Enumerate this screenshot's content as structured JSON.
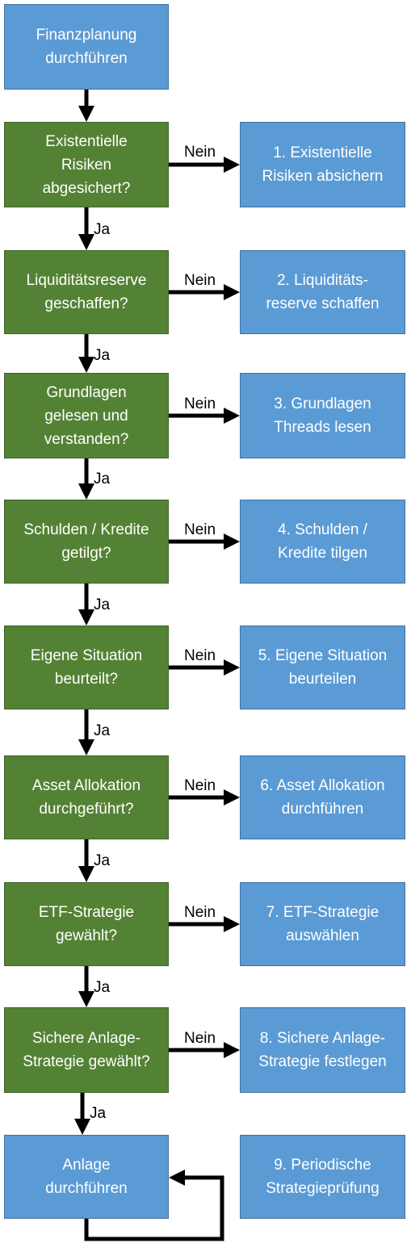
{
  "start": "Finanzplanung\ndurchführen",
  "steps": [
    {
      "question": "Existentielle\nRisiken\nabgesichert?",
      "action": "1. Existentielle\nRisiken absichern"
    },
    {
      "question": "Liquiditätsreserve\ngeschaffen?",
      "action": "2. Liquiditäts-\nreserve schaffen"
    },
    {
      "question": "Grundlagen\ngelesen und\nverstanden?",
      "action": "3. Grundlagen\nThreads lesen"
    },
    {
      "question": "Schulden / Kredite\ngetilgt?",
      "action": "4. Schulden /\nKredite tilgen"
    },
    {
      "question": "Eigene Situation\nbeurteilt?",
      "action": "5. Eigene Situation\nbeurteilen"
    },
    {
      "question": "Asset Allokation\ndurchgeführt?",
      "action": "6. Asset Allokation\ndurchführen"
    },
    {
      "question": "ETF-Strategie\ngewählt?",
      "action": "7. ETF-Strategie\nauswählen"
    },
    {
      "question": "Sichere Anlage-\nStrategie gewählt?",
      "action": "8. Sichere Anlage-\nStrategie festlegen"
    }
  ],
  "final": {
    "left": "Anlage\ndurchführen",
    "right": "9. Periodische\nStrategieprüfung"
  },
  "labels": {
    "no": "Nein",
    "yes": "Ja"
  },
  "colors": {
    "action_box": "#5b9bd5",
    "decision_box": "#548235",
    "arrow": "#000000",
    "text": "#ffffff"
  }
}
